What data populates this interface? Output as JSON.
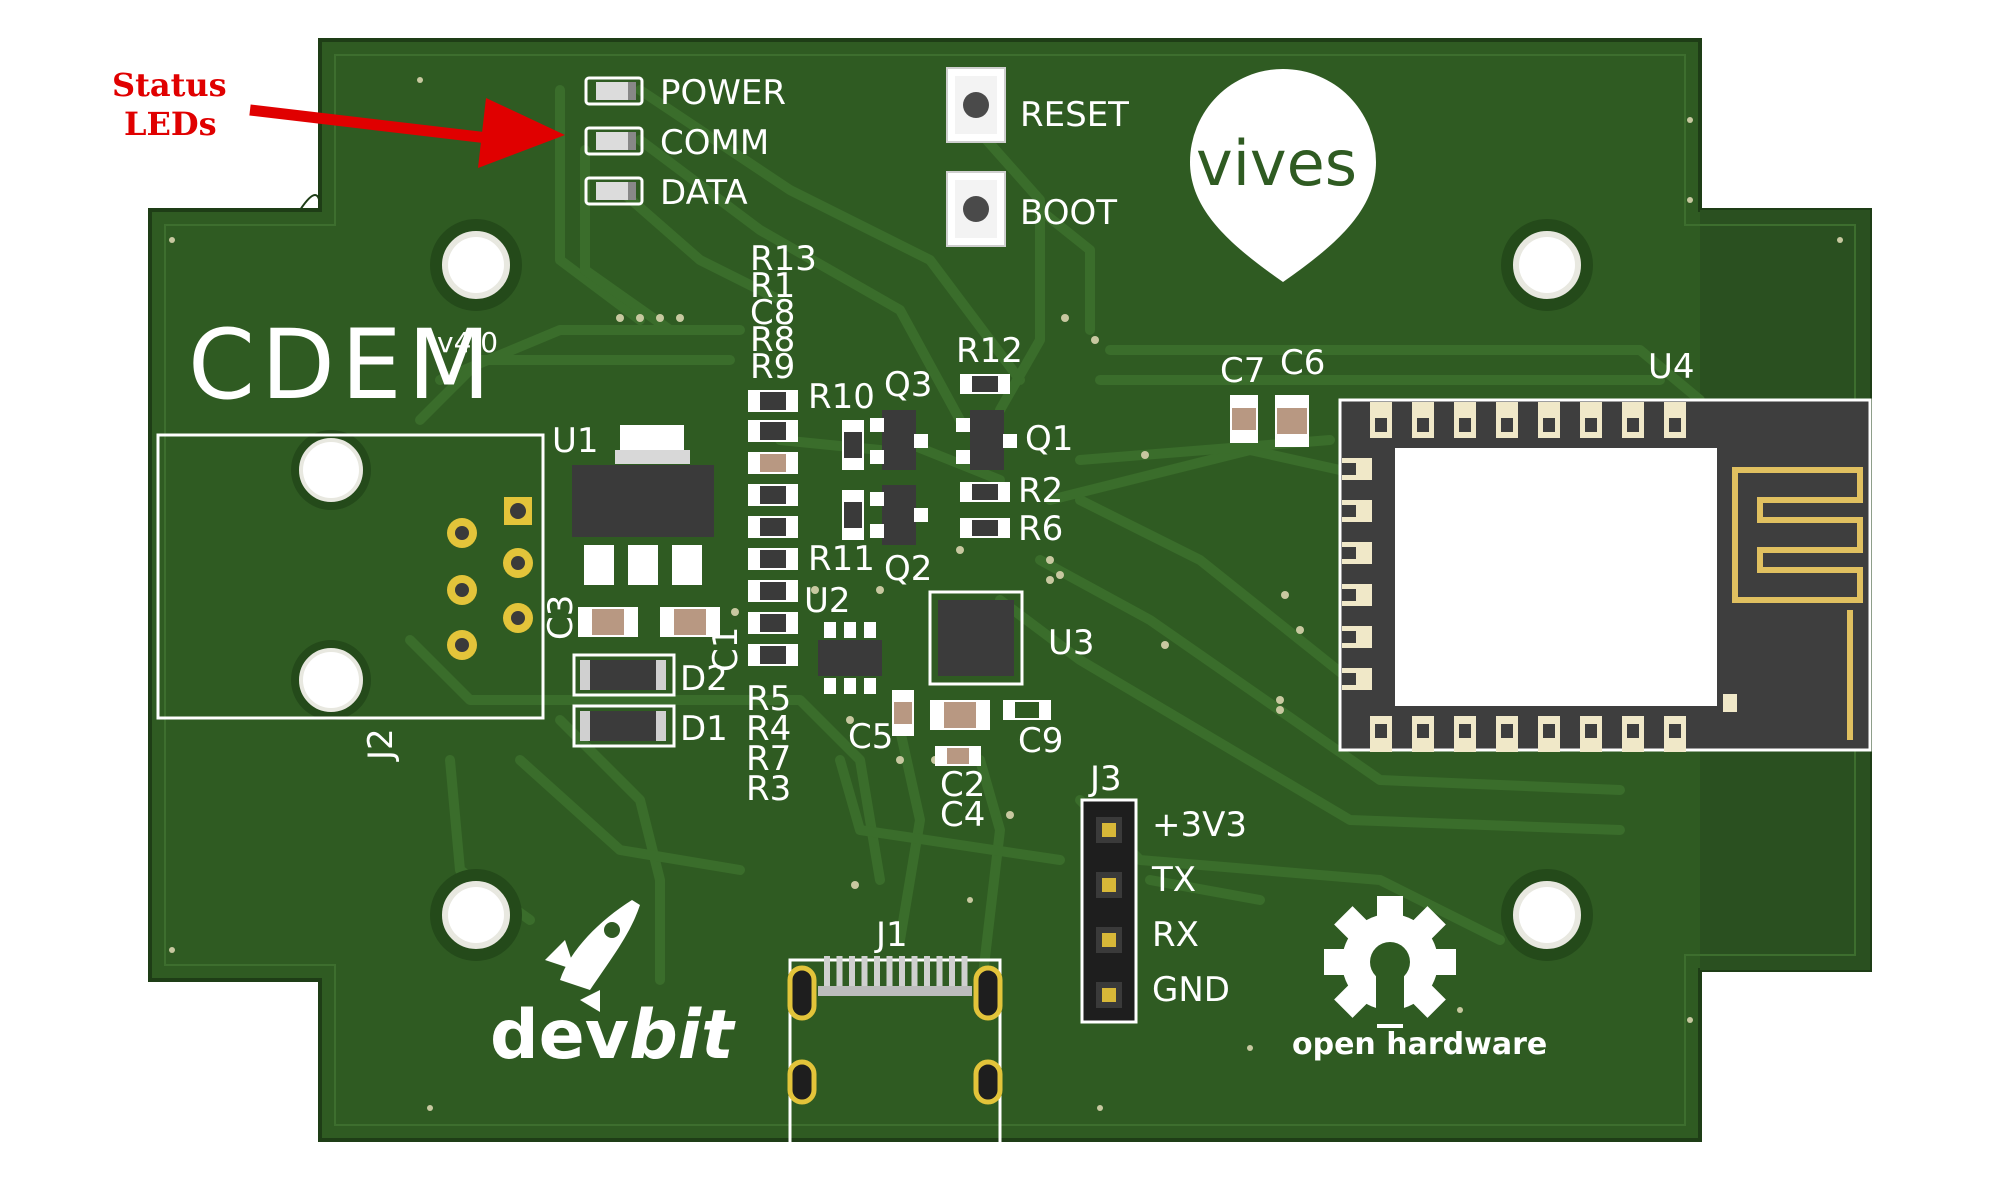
{
  "annotation": {
    "line1": "Status",
    "line2": "LEDs",
    "color": "#e00000"
  },
  "board": {
    "title": "CDEM",
    "version": "v4.0",
    "color": "#2f5b22",
    "trace_color": "#3a6d2b",
    "silk_color": "#ffffff"
  },
  "leds": [
    "POWER",
    "COMM",
    "DATA"
  ],
  "buttons": [
    "RESET",
    "BOOT"
  ],
  "logos": {
    "vives": "vives",
    "devbit": {
      "dev": "dev",
      "bit": "bit"
    },
    "open_hardware": "open hardware"
  },
  "refs": {
    "U1": "U1",
    "U2": "U2",
    "U3": "U3",
    "U4": "U4",
    "J1": "J1",
    "J2": "J2",
    "J3": "J3",
    "Q1": "Q1",
    "Q2": "Q2",
    "Q3": "Q3",
    "D1": "D1",
    "D2": "D2",
    "C1": "C1",
    "C2": "C2",
    "C3": "C3",
    "C4": "C4",
    "C5": "C5",
    "C6": "C6",
    "C7": "C7",
    "C9": "C9",
    "R2": "R2",
    "R6": "R6",
    "R10": "R10",
    "R11": "R11",
    "R12": "R12"
  },
  "resistor_stack_top": [
    "R13",
    "R1",
    "C8",
    "R8",
    "R9"
  ],
  "resistor_stack_bottom": [
    "R5",
    "R4",
    "R7",
    "R3"
  ],
  "header_pins": [
    "+3V3",
    "TX",
    "RX",
    "GND"
  ]
}
